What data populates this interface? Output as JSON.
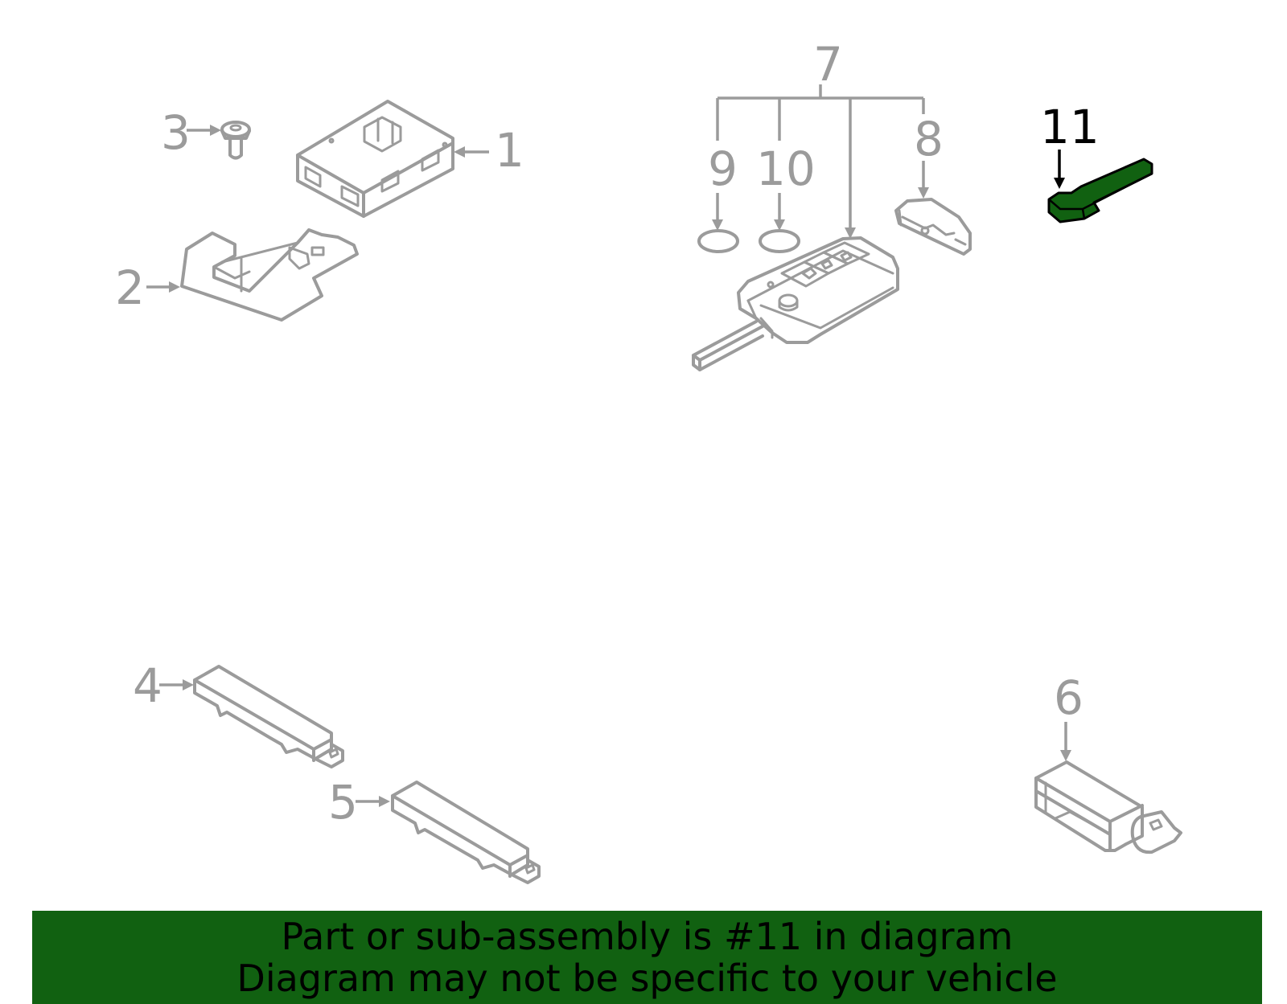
{
  "callouts": {
    "c1": "1",
    "c2": "2",
    "c3": "3",
    "c4": "4",
    "c5": "5",
    "c6": "6",
    "c7": "7",
    "c8": "8",
    "c9": "9",
    "c10": "10",
    "c11": "11"
  },
  "highlight_part": "11",
  "colors": {
    "highlight": "#116111",
    "line": "#9b9b9b",
    "banner": "#116111",
    "text": "#000000"
  },
  "banner": {
    "line1": "Part or sub-assembly is #11 in diagram",
    "line2": "Diagram may not be specific to your vehicle"
  }
}
